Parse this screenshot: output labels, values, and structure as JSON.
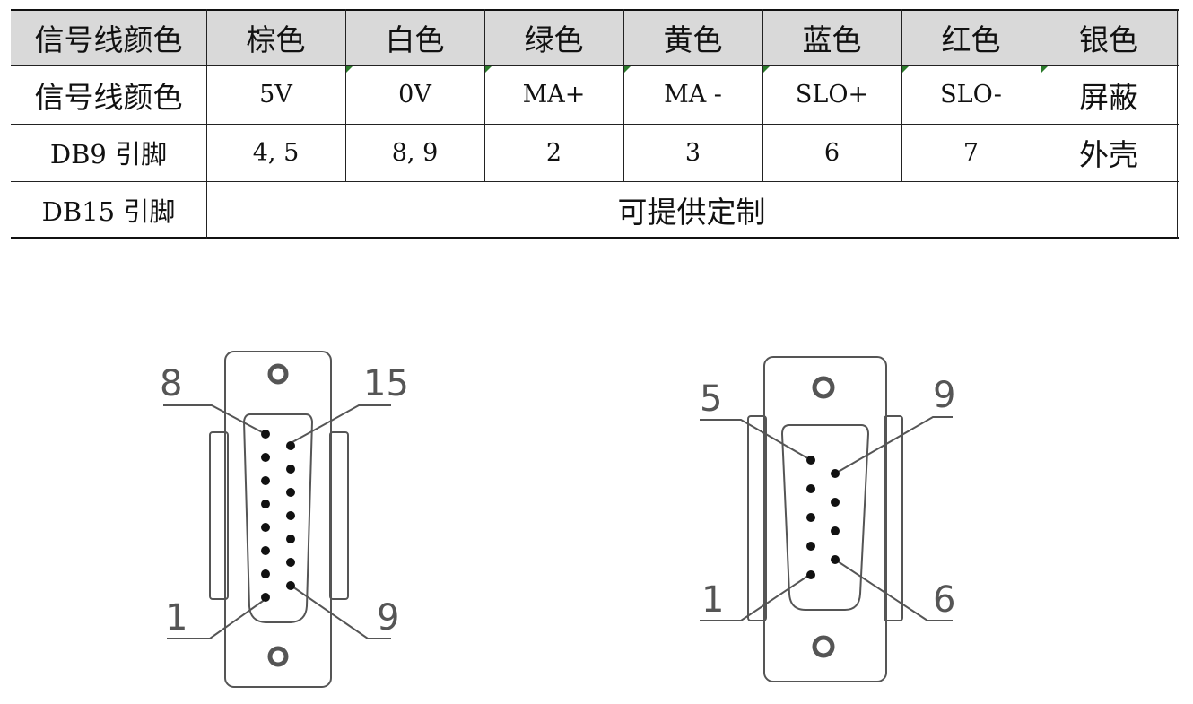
{
  "table": {
    "header": [
      "信号线颜色",
      "棕色",
      "白色",
      "绿色",
      "黄色",
      "蓝色",
      "红色",
      "银色"
    ],
    "signal_row": [
      "信号线颜色",
      "5V",
      "0V",
      "MA+",
      "MA -",
      "SLO+",
      "SLO-",
      "屏蔽"
    ],
    "db9_row": [
      "DB9 引脚",
      "4, 5",
      "8, 9",
      "2",
      "3",
      "6",
      "7",
      "外壳"
    ],
    "db15_row": {
      "label": "DB15 引脚",
      "value": "可提供定制"
    }
  },
  "db15_diagram": {
    "label_top_left": "8",
    "label_top_right": "15",
    "label_bottom_left": "1",
    "label_bottom_right": "9"
  },
  "db9_diagram": {
    "label_top_left": "5",
    "label_top_right": "9",
    "label_bottom_left": "1",
    "label_bottom_right": "6"
  },
  "colors": {
    "header_bg": "#d9d9d9",
    "tick": "#2a7a2a",
    "drawing": "#555555"
  }
}
